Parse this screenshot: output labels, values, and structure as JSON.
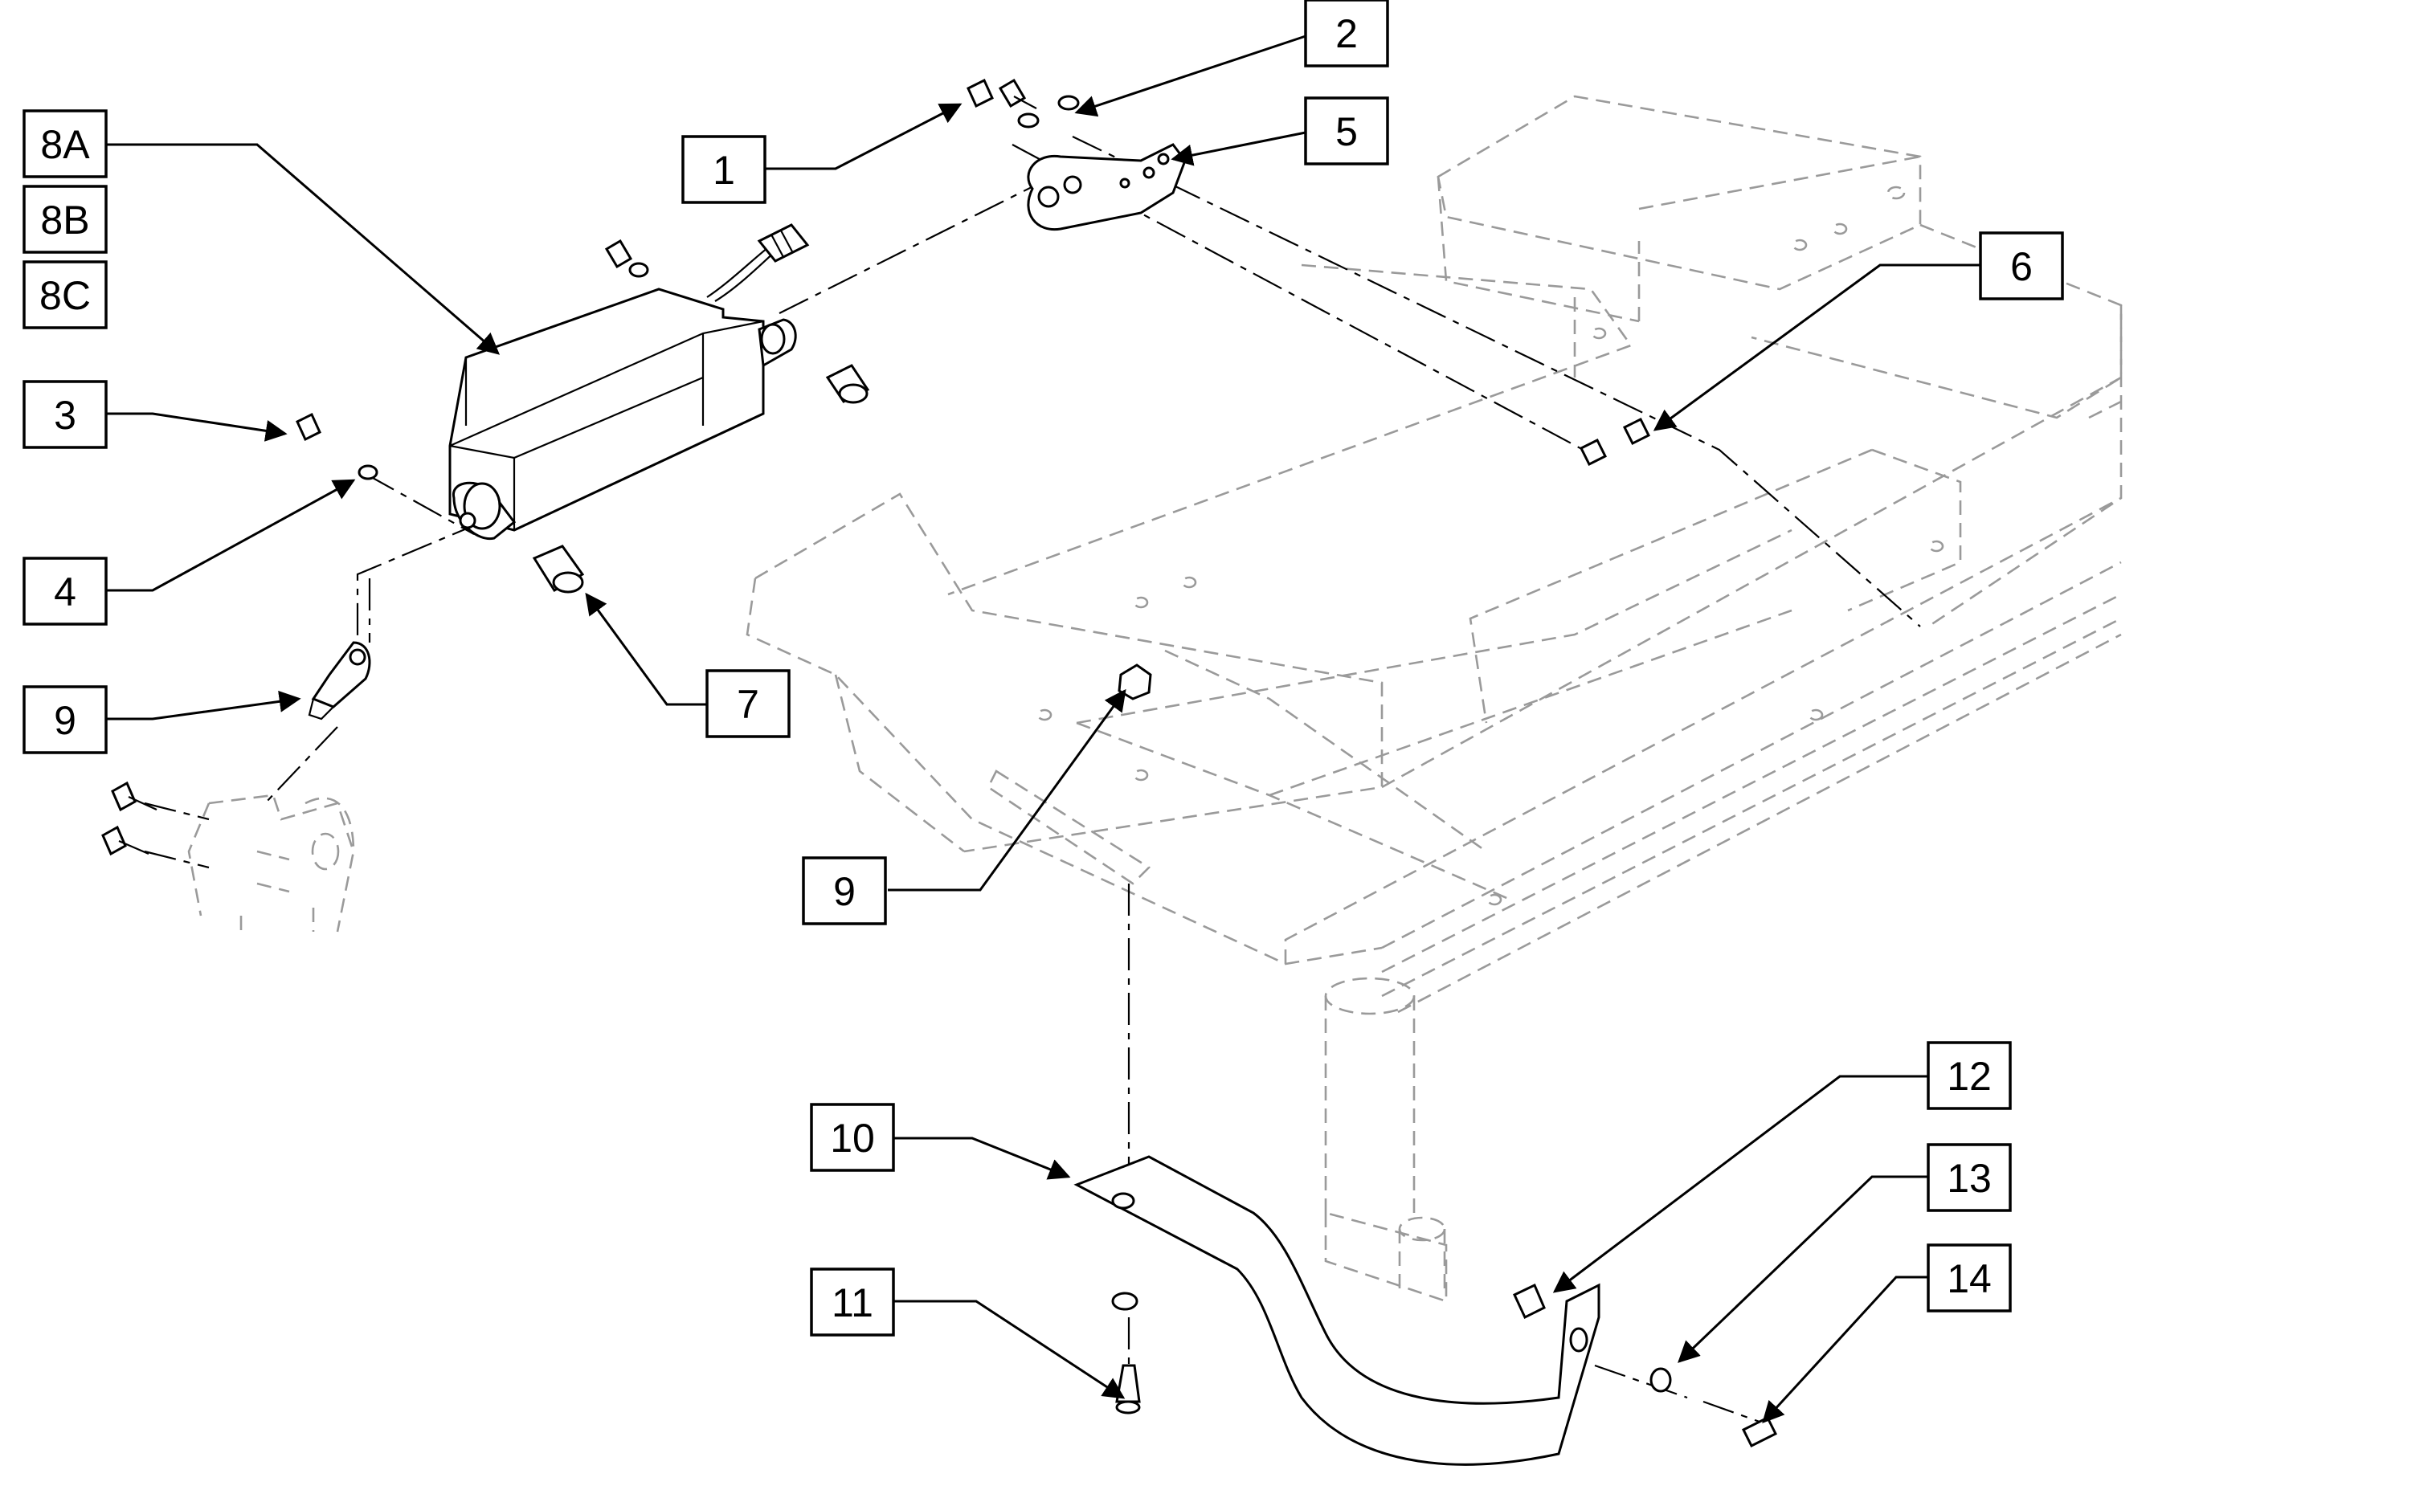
{
  "callouts": {
    "c1": "1",
    "c2": "2",
    "c3": "3",
    "c4": "4",
    "c5": "5",
    "c6": "6",
    "c7": "7",
    "c8a": "8A",
    "c8b": "8B",
    "c8c": "8C",
    "c9a": "9",
    "c9b": "9",
    "c10": "10",
    "c11": "11",
    "c12": "12",
    "c13": "13",
    "c14": "14"
  },
  "colors": {
    "line": "#000000",
    "ghost_line": "#9a9a9a",
    "background": "#ffffff"
  }
}
